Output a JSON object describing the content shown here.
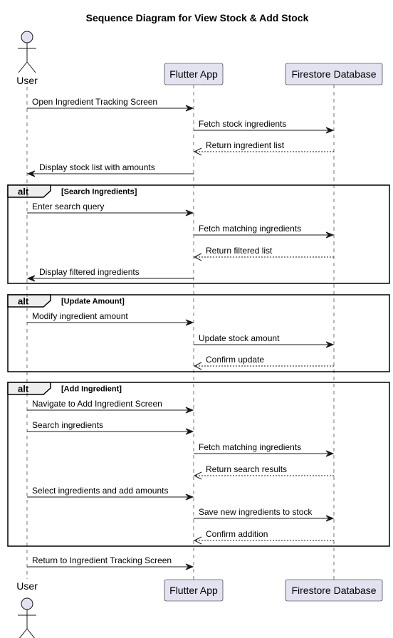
{
  "title": "Sequence Diagram for View Stock & Add Stock",
  "participants": [
    {
      "id": "user",
      "name": "User",
      "kind": "actor"
    },
    {
      "id": "app",
      "name": "Flutter App",
      "kind": "box"
    },
    {
      "id": "db",
      "name": "Firestore Database",
      "kind": "box"
    }
  ],
  "messages": [
    {
      "from": "user",
      "to": "app",
      "text": "Open Ingredient Tracking Screen",
      "dashed": false
    },
    {
      "from": "app",
      "to": "db",
      "text": "Fetch stock ingredients",
      "dashed": false
    },
    {
      "from": "db",
      "to": "app",
      "text": "Return ingredient list",
      "dashed": true
    },
    {
      "from": "app",
      "to": "user",
      "text": "Display stock list with amounts",
      "dashed": false
    },
    {
      "from": "user",
      "to": "app",
      "text": "Enter search query",
      "dashed": false
    },
    {
      "from": "app",
      "to": "db",
      "text": "Fetch matching ingredients",
      "dashed": false
    },
    {
      "from": "db",
      "to": "app",
      "text": "Return filtered list",
      "dashed": true
    },
    {
      "from": "app",
      "to": "user",
      "text": "Display filtered ingredients",
      "dashed": false
    },
    {
      "from": "user",
      "to": "app",
      "text": "Modify ingredient amount",
      "dashed": false
    },
    {
      "from": "app",
      "to": "db",
      "text": "Update stock amount",
      "dashed": false
    },
    {
      "from": "db",
      "to": "app",
      "text": "Confirm update",
      "dashed": true
    },
    {
      "from": "user",
      "to": "app",
      "text": "Navigate to Add Ingredient Screen",
      "dashed": false
    },
    {
      "from": "user",
      "to": "app",
      "text": "Search ingredients",
      "dashed": false
    },
    {
      "from": "app",
      "to": "db",
      "text": "Fetch matching ingredients",
      "dashed": false
    },
    {
      "from": "db",
      "to": "app",
      "text": "Return search results",
      "dashed": true
    },
    {
      "from": "user",
      "to": "app",
      "text": "Select ingredients and add amounts",
      "dashed": false
    },
    {
      "from": "app",
      "to": "db",
      "text": "Save new ingredients to stock",
      "dashed": false
    },
    {
      "from": "db",
      "to": "app",
      "text": "Confirm addition",
      "dashed": true
    },
    {
      "from": "user",
      "to": "app",
      "text": "Return to Ingredient Tracking Screen",
      "dashed": false
    }
  ],
  "fragments": [
    {
      "keyword": "alt",
      "condition": "[Search Ingredients]",
      "first_message": 4,
      "last_message": 7
    },
    {
      "keyword": "alt",
      "condition": "[Update Amount]",
      "first_message": 8,
      "last_message": 10
    },
    {
      "keyword": "alt",
      "condition": "[Add Ingredient]",
      "first_message": 11,
      "last_message": 17
    }
  ],
  "colors": {
    "participant_fill": "#e2e2f0",
    "participant_stroke": "#181818",
    "lifeline": "#181818",
    "frame_header": "#eeeeee"
  }
}
